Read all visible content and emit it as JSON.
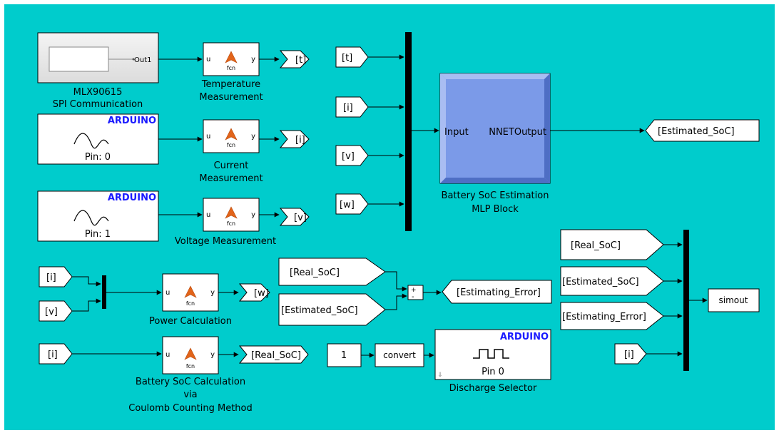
{
  "diagram": {
    "background": "#00CCCC",
    "blocks": {
      "spi": {
        "out_port": "Out1",
        "caption1": "MLX90615",
        "caption2": "SPI Communication"
      },
      "ard_pin0": {
        "brand": "ARDUINO",
        "pin": "Pin: 0"
      },
      "ard_pin1": {
        "brand": "ARDUINO",
        "pin": "Pin: 1"
      },
      "fcn_temp": {
        "in": "u",
        "out": "y",
        "name": "fcn",
        "caption1": "Temperature",
        "caption2": "Measurement"
      },
      "fcn_current": {
        "in": "u",
        "out": "y",
        "name": "fcn",
        "caption1": "Current",
        "caption2": "Measurement"
      },
      "fcn_voltage": {
        "in": "u",
        "out": "y",
        "name": "fcn",
        "caption1": "Voltage Measurement"
      },
      "fcn_power": {
        "in": "u",
        "out": "y",
        "name": "fcn",
        "caption1": "Power Calculation"
      },
      "fcn_soc": {
        "in": "u",
        "out": "y",
        "name": "fcn",
        "caption1": "Battery SoC Calculation",
        "caption2": "via",
        "caption3": "Coulomb Counting Method"
      },
      "nnet": {
        "in": "Input",
        "out": "NNETOutput",
        "caption1": "Battery SoC Estimation",
        "caption2": "MLP Block",
        "color": "#7B9AE8"
      },
      "const": {
        "value": "1"
      },
      "convert": {
        "label": "convert"
      },
      "discharge": {
        "brand": "ARDUINO",
        "pin": "Pin 0",
        "caption1": "Discharge Selector"
      },
      "sum": {
        "plus": "+",
        "minus": "-"
      },
      "simout": {
        "label": "simout"
      }
    },
    "goto_tags": {
      "t": "[t]",
      "i": "[i]",
      "v": "[v]",
      "w": "[w]",
      "est_soc": "[Estimated_SoC]",
      "est_err": "[Estimating_Error]",
      "real_soc": "[Real_SoC]"
    },
    "from_tags": {
      "t": "[t]",
      "i": "[i]",
      "v": "[v]",
      "w": "[w]",
      "real_soc": "[Real_SoC]",
      "est_soc": "[Estimated_SoC]",
      "i_power": "[i]",
      "v_power": "[v]",
      "i_soc": "[i]",
      "real_soc2": "[Real_SoC]",
      "est_soc2": "[Estimated_SoC]",
      "est_err2": "[Estimating_Error]",
      "i_out": "[i]"
    }
  }
}
